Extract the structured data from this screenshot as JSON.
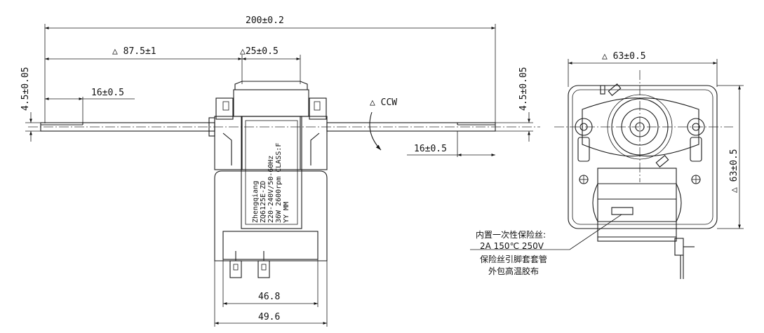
{
  "dimensions": {
    "overall_length": "200±0.2",
    "long_shaft": "△ 87.5±1",
    "body_width": "△25±0.5",
    "left_shaft_height": "4.5±0.05",
    "left_flat": "16±0.5",
    "rotation": "△ CCW",
    "right_shaft_height": "4.5±0.05",
    "right_flat": "16±0.5",
    "base_inner": "46.8",
    "base_outer": "49.6",
    "side_width": "△ 63±0.5",
    "side_height": "△ 63±0.5"
  },
  "label": {
    "line1": "Zhengqiang",
    "line2": "ZQ6125E-ZD",
    "line3": "220-240V/50-60Hz",
    "line4": "36W 2600rpm CLASS:F",
    "line5": "YY   MM"
  },
  "fuse_note": {
    "line1": "内置一次性保险丝:",
    "line2": "2A 150℃ 250V",
    "line3": "保险丝引脚套套管",
    "line4": "外包高温胶布"
  }
}
